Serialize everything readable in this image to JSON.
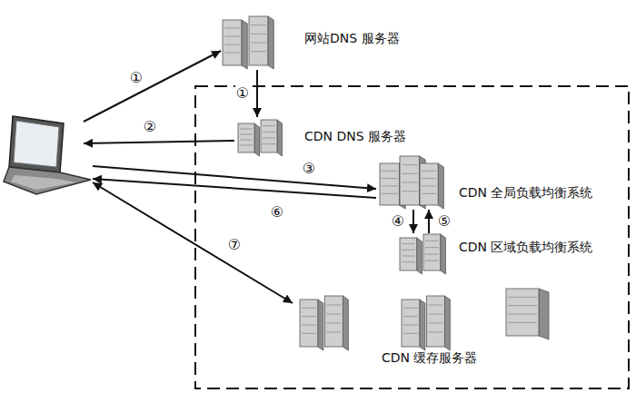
{
  "diagram": {
    "nodes": [
      {
        "text": [
          "网站DNS 服务器"
        ]
      },
      {
        "text": [
          "CDN DNS 服务器"
        ]
      },
      {
        "text": [
          "CDN 全局负载均衡系统"
        ]
      },
      {
        "text": [
          "CDN 区域负载均衡系统"
        ]
      },
      {
        "text": [
          "CDN 缓存服务器"
        ]
      }
    ],
    "edges": [
      {
        "from": 0,
        "to": 1,
        "arrow": "to",
        "label": "①"
      },
      {
        "from": 2,
        "to": 3,
        "arrow": "to",
        "label": "④"
      },
      {
        "from": 3,
        "to": 2,
        "arrow": "to",
        "label": "⑤"
      }
    ],
    "labels": [
      "①",
      "②",
      "③",
      "⑥",
      "⑦"
    ]
  }
}
